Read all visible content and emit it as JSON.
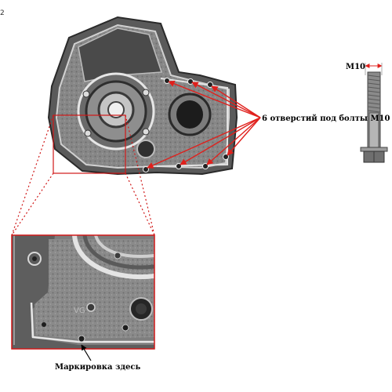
{
  "labels": {
    "holes": "6 отверстий под болты М10",
    "bolt_size": "М10",
    "marking": "Маркировка здесь",
    "casting_mark": "VG",
    "corner": "2"
  },
  "colors": {
    "arrow": "#e0201c",
    "callout_frame": "#d01818",
    "casting_dark": "#3c3c3c",
    "casting_mid": "#7a7a7a",
    "casting_light": "#c9c9c9"
  },
  "objects": {
    "housing_photo": "transmission-housing-icon",
    "bolt": "m10-flange-bolt-icon"
  }
}
